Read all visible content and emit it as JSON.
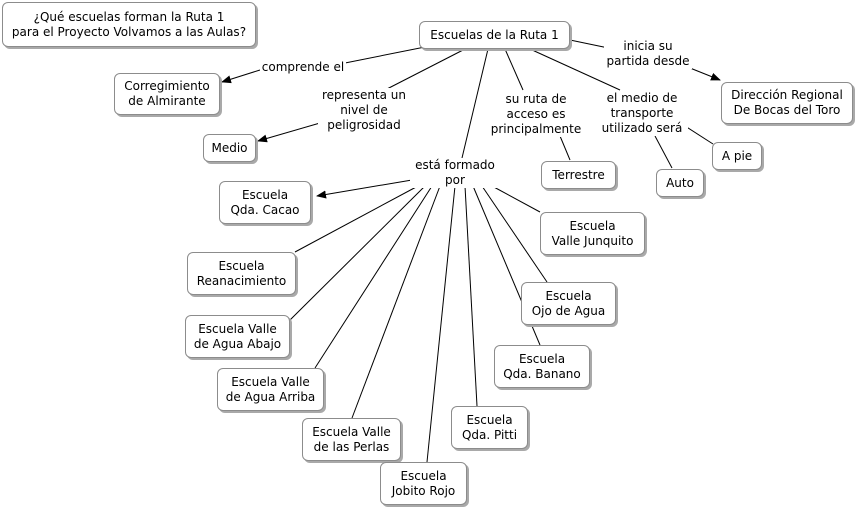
{
  "question": "¿Qué escuelas forman la Ruta 1\npara el Proyecto Volvamos a las Aulas?",
  "nodes": {
    "root": "Escuelas de la Ruta 1",
    "corregimiento": "Corregimiento\nde Almirante",
    "medio": "Medio",
    "terrestre": "Terrestre",
    "auto": "Auto",
    "a_pie": "A pie",
    "direccion": "Dirección Regional\nDe Bocas del Toro",
    "qda_cacao": "Escuela\nQda. Cacao",
    "reanacimiento": "Escuela\nReanacimiento",
    "valle_agua_abajo": "Escuela Valle\nde Agua Abajo",
    "valle_agua_arriba": "Escuela Valle\nde Agua Arriba",
    "valle_perlas": "Escuela Valle\nde las Perlas",
    "jobito_rojo": "Escuela\nJobito Rojo",
    "qda_pitti": "Escuela\nQda. Pitti",
    "qda_banano": "Escuela\nQda. Banano",
    "ojo_agua": "Escuela\nOjo de Agua",
    "valle_junquito": "Escuela\nValle Junquito"
  },
  "links": {
    "comprende": "comprende el",
    "representa": "representa un\nnivel de\npeligrosidad",
    "formado": "está formado\npor",
    "ruta_acceso": "su ruta de\nacceso es\nprincipalmente",
    "medio_transporte": "el medio de\ntransporte\nutilizado será",
    "inicia": "inicia su\npartida desde"
  }
}
